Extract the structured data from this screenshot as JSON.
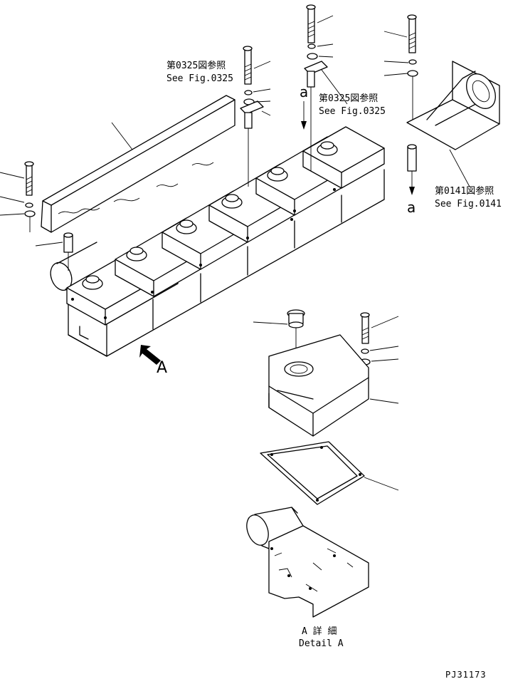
{
  "labels": {
    "ref_0325_a_jp": "第0325図参照",
    "ref_0325_a_en": "See Fig.0325",
    "ref_0325_b_jp": "第0325図参照",
    "ref_0325_b_en": "See Fig.0325",
    "ref_0141_jp": "第0141図参照",
    "ref_0141_en": "See Fig.0141",
    "marker_a_top": "a",
    "marker_a_bottom": "a",
    "view_arrow_label": "A",
    "detail_jp": "A 詳 細",
    "detail_en": "Detail A",
    "drawing_id": "PJ31173"
  }
}
